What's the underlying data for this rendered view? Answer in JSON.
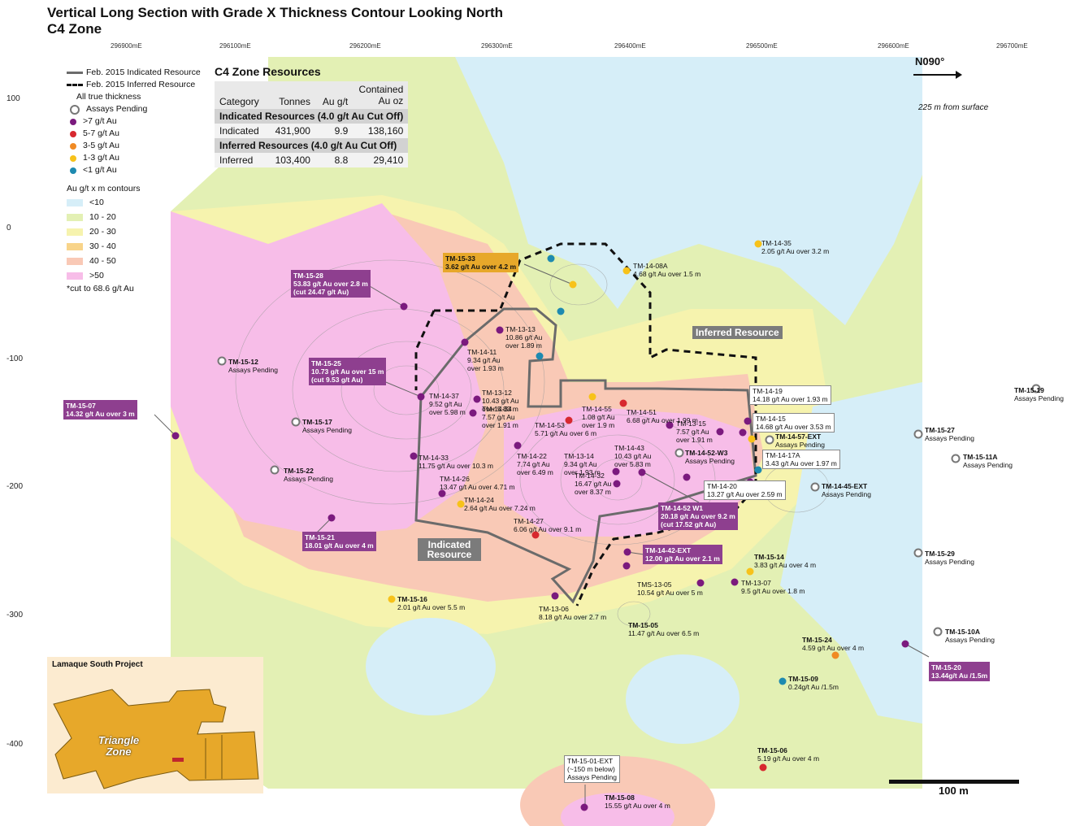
{
  "title": {
    "line1": "Vertical Long Section with Grade X Thickness Contour Looking North",
    "line2": "C4 Zone"
  },
  "easting_labels": [
    "296900mE",
    "296100mE",
    "296200mE",
    "296300mE",
    "296400mE",
    "296500mE",
    "296600mE",
    "296700mE"
  ],
  "elevation_labels": [
    "100",
    "0",
    "-100",
    "-200",
    "-300",
    "-400"
  ],
  "legend": {
    "indicated": "Feb. 2015 Indicated Resource",
    "inferred": "Feb. 2015 Inferred Resource",
    "thickness_title": "All true thickness",
    "grades": [
      {
        "label": "Assays Pending",
        "color": "#ffffff"
      },
      {
        "label": ">7 g/t Au",
        "color": "#7b1a7e"
      },
      {
        "label": "5-7 g/t Au",
        "color": "#d7282f"
      },
      {
        "label": "3-5 g/t Au",
        "color": "#f08a24"
      },
      {
        "label": "1-3 g/t Au",
        "color": "#f7c21a"
      },
      {
        "label": "<1 g/t Au",
        "color": "#1e8ab0"
      }
    ],
    "contour_title": "Au g/t x m contours",
    "contours": [
      {
        "label": "<10",
        "color": "#d6eef8"
      },
      {
        "label": "10 - 20",
        "color": "#e3f0b4"
      },
      {
        "label": "20 - 30",
        "color": "#f6f3ae"
      },
      {
        "label": "30 - 40",
        "color": "#f8d48a"
      },
      {
        "label": "40 - 50",
        "color": "#f9c9b6"
      },
      {
        "label": ">50",
        "color": "#f7bde8"
      }
    ],
    "cut_note": "*cut to 68.6 g/t Au"
  },
  "resources": {
    "title": "C4 Zone Resources",
    "headers": [
      "Category",
      "Tonnes",
      "Au g/t",
      "Contained Au oz"
    ],
    "indicated_section": "Indicated Resources (4.0 g/t Au Cut Off)",
    "indicated_row": [
      "Indicated",
      "431,900",
      "9.9",
      "138,160"
    ],
    "inferred_section": "Inferred Resources (4.0 g/t Au Cut Off)",
    "inferred_row": [
      "Inferred",
      "103,400",
      "8.8",
      "29,410"
    ]
  },
  "north": "N090",
  "depth_note": "225 m from surface",
  "scale": "100 m",
  "resource_tags": {
    "indicated": "Indicated Resource",
    "inferred": "Inferred Resource"
  },
  "inset": {
    "title": "Lamaque South Project",
    "zone": "Triangle Zone"
  },
  "boxes": {
    "tm1528": [
      "TM-15-28",
      "53.83 g/t Au over 2.8 m",
      "(cut 24.47 g/t Au)"
    ],
    "tm1525": [
      "TM-15-25",
      "10.73 g/t Au over 15 m",
      "(cut 9.53 g/t Au)"
    ],
    "tm1507": [
      "TM-15-07",
      "14.32 g/t Au over 3 m"
    ],
    "tm1521": [
      "TM-15-21",
      "18.01 g/t Au over 4 m"
    ],
    "tm1533": [
      "TM-15-33",
      "3.62 g/t Au over 4.2 m"
    ],
    "tm1452w1": [
      "TM-14-52 W1",
      "20.18 g/t Au over 9.2 m",
      "(cut 17.52 g/t Au)"
    ],
    "tm1442": [
      "TM-14-42-EXT",
      "12.00 g/t Au over 2.1 m"
    ],
    "tm1520": [
      "TM-15-20",
      "13.44g/t Au /1.5m"
    ]
  },
  "wboxes": {
    "tm1419": [
      "TM-14-19",
      "14.18 g/t Au over 1.93 m"
    ],
    "tm1415": [
      "TM-14-15",
      "14.68 g/t Au over 3.53 m"
    ],
    "tm1417a": [
      "TM-14-17A",
      "3.43 g/t Au over 1.97 m"
    ],
    "tm1420": [
      "TM-14-20",
      "13.27 g/t Au over 2.59 m"
    ],
    "tm1501ext": [
      "TM-15-01-EXT",
      "(~150 m below)",
      "Assays Pending"
    ]
  },
  "labels": {
    "tm1512": [
      "TM-15-12",
      "Assays Pending"
    ],
    "tm1517": [
      "TM-15-17",
      "Assays Pending"
    ],
    "tm1522": [
      "TM-15-22",
      "Assays Pending"
    ],
    "tm1513": [
      "TM-13-13",
      "10.86 g/t Au",
      "over 1.89 m"
    ],
    "tm1411": [
      "TM-14-11",
      "9.34 g/t Au",
      "over 1.93 m"
    ],
    "tm1437": [
      "TM-14-37",
      "9.52 g/t Au",
      "over 5.98 m"
    ],
    "tm1312": [
      "TM-13-12",
      "10.43 g/t Au",
      "over 5.83 m"
    ],
    "tm1434": [
      "TM-14-34",
      "7.57 g/t Au",
      "over 1.91 m"
    ],
    "tm1433": [
      "TM-14-33",
      "11.75 g/t Au over 10.3 m"
    ],
    "tm1426": [
      "TM-14-26",
      "13.47 g/t Au over 4.71 m"
    ],
    "tm1424": [
      "TM-14-24",
      "2.64 g/t Au over 7.24 m"
    ],
    "tm1427": [
      "TM-14-27",
      "6.06 g/t Au over 9.1 m"
    ],
    "tm1422": [
      "TM-14-22",
      "7.74 g/t Au",
      "over 6.49 m"
    ],
    "tm1314": [
      "TM-13-14",
      "9.34 g/t Au",
      "over 1.93 m"
    ],
    "tm1443": [
      "TM-14-43",
      "10.43 g/t Au",
      "over 5.83 m"
    ],
    "tm1432": [
      "TM-14-32",
      "16.47 g/t Au",
      "over 8.37 m"
    ],
    "tm1453": [
      "TM-14-53",
      "5.71 g/t Au over 6 m"
    ],
    "tm1455": [
      "TM-14-55",
      "1.08 g/t Au",
      "over 1.9 m"
    ],
    "tm1451": [
      "TM-14-51",
      "6.68 g/t Au over 1.99 m"
    ],
    "tm1315": [
      "TM-13-15",
      "7.57 g/t Au",
      "over 1.91 m"
    ],
    "tm1408a": [
      "TM-14-08A",
      "4.68 g/t Au over 1.5 m"
    ],
    "tm1435": [
      "TM-14-35",
      "2.05 g/t Au over 3.2 m"
    ],
    "tm1457": [
      "TM-14-57-EXT",
      "Assays Pending"
    ],
    "tm1452w3": [
      "TM-14-52-W3",
      "Assays Pending"
    ],
    "tm1445": [
      "TM-14-45-EXT",
      "Assays Pending"
    ],
    "tm1519": [
      "TM-15-19",
      "Assays Pending"
    ],
    "tm1527": [
      "TM-15-27",
      "Assays Pending"
    ],
    "tm1511a": [
      "TM-15-11A",
      "Assays Pending"
    ],
    "tm1529": [
      "TM-15-29",
      "Assays Pending"
    ],
    "tm1510a": [
      "TM-15-10A",
      "Assays Pending"
    ],
    "tm1514": [
      "TM-15-14",
      "3.83 g/t Au over 4 m"
    ],
    "tm1307": [
      "TM-13-07",
      "9.5 g/t Au over 1.8 m"
    ],
    "tm1305": [
      "TMS-13-05",
      "10.54 g/t Au over 5 m"
    ],
    "tm1505": [
      "TM-15-05",
      "11.47 g/t Au over 6.5 m"
    ],
    "tm1306": [
      "TM-13-06",
      "8.18 g/t Au over 2.7 m"
    ],
    "tm1516": [
      "TM-15-16",
      "2.01 g/t Au over 5.5 m"
    ],
    "tm1524": [
      "TM-15-24",
      "4.59 g/t Au over 4 m"
    ],
    "tm1509": [
      "TM-15-09",
      "0.24g/t Au /1.5m"
    ],
    "tm1506": [
      "TM-15-06",
      "5.19 g/t Au over 4 m"
    ],
    "tm1508": [
      "TM-15-08",
      "15.55 g/t Au over 4 m"
    ]
  }
}
